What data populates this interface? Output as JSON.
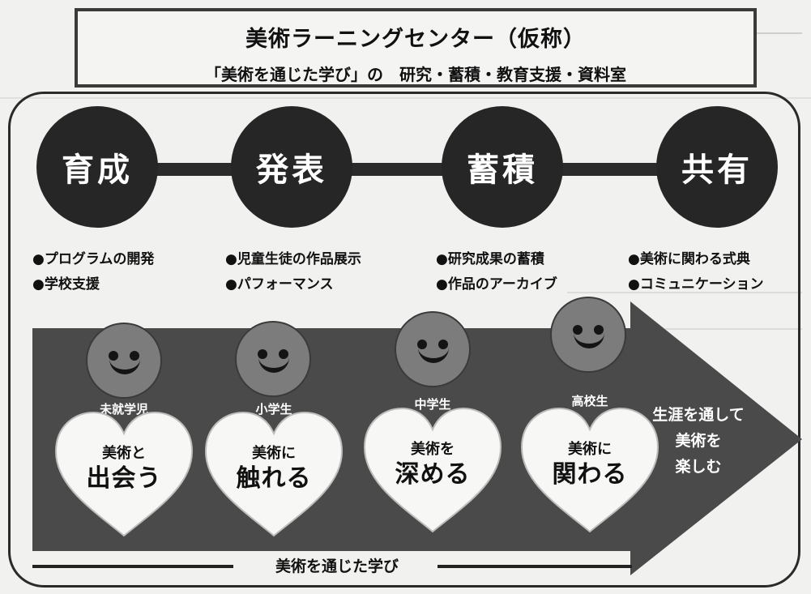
{
  "title": {
    "main": "美術ラーニングセンター（仮称）",
    "sub": "「美術を通じた学び」の　研究・蓄積・教育支援・資料室"
  },
  "stages": [
    {
      "label": "育成",
      "items": [
        "プログラムの開発",
        "学校支援"
      ]
    },
    {
      "label": "発表",
      "items": [
        "児童生徒の作品展示",
        "パフォーマンス"
      ]
    },
    {
      "label": "蓄積",
      "items": [
        "研究成果の蓄積",
        "作品のアーカイブ"
      ]
    },
    {
      "label": "共有",
      "items": [
        "美術に関わる式典",
        "コミュニケーション"
      ]
    }
  ],
  "learners": [
    {
      "age": "未就学児",
      "line1": "美術と",
      "line2": "出会う"
    },
    {
      "age": "小学生",
      "line1": "美術に",
      "line2": "触れる"
    },
    {
      "age": "中学生",
      "line1": "美術を",
      "line2": "深める"
    },
    {
      "age": "高校生",
      "line1": "美術に",
      "line2": "関わる"
    }
  ],
  "lifelong": [
    "生涯を通して",
    "美術を",
    "楽しむ"
  ],
  "footer": "美術を通じた学び",
  "colors": {
    "stage_fill": "#262626",
    "arrow_fill": "#4a4a4a",
    "face_fill": "#7c7c7c",
    "heart_fill": "#f7f7f5",
    "background": "#f1f1ef"
  }
}
